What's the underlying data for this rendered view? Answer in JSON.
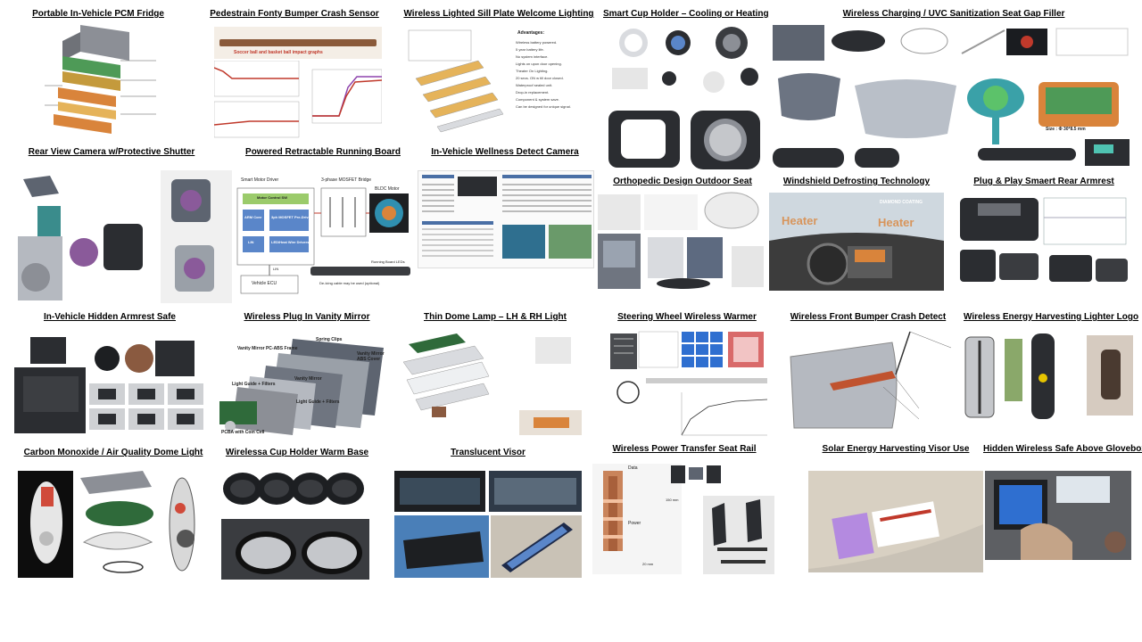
{
  "tiles": [
    {
      "title": "Portable In-Vehicle PCM Fridge"
    },
    {
      "title": "Pedestrain Fonty Bumper Crash Sensor",
      "chart_caption": "Soccer ball and basket ball impact graphs"
    },
    {
      "title": "Wireless Lighted Sill Plate Welcome Lighting",
      "advantages_title": "Advantages:",
      "advantages": [
        "Wireless battery powered.",
        "5 year battery life.",
        "No system interface.",
        "Lights on upon door opening.",
        "Theater On Lighting.",
        "20 secs. ON w till door closed.",
        "Waterproof sealed unit.",
        "Drop-in replacement.",
        "Component & system save.",
        "Can be designed for unique signal."
      ]
    },
    {
      "title": "Smart Cup Holder – Cooling or Heating"
    },
    {
      "title": "Wireless Charging / UVC Sanitization Seat Gap Filler",
      "size_label": "Size : Φ 30*8.5 mm"
    },
    {
      "title": "Rear View Camera w/Protective Shutter"
    },
    {
      "title": "Powered Retractable Running Board",
      "labels": {
        "driver": "Smart Motor Driver",
        "bridge": "3-phase MOSFET Bridge",
        "motor": "BLDC Motor",
        "ctrl": "Motor Control SW",
        "arm": "ARM Core",
        "predriver": "3ph MOSFET Pre-Driver",
        "lin": "LIN",
        "led": "LED/Heat Wire Drivers",
        "lin2": "LIN",
        "ecu": "Vehicle ECU",
        "leds": "Running Board LEDs",
        "cable": "De-Icing cable may be used (optional)"
      }
    },
    {
      "title": "In-Vehicle Wellness Detect Camera"
    },
    {
      "title": "Orthopedic Design Outdoor Seat"
    },
    {
      "title": "Windshield Defrosting Technology",
      "heater1": "Heater",
      "heater2": "Heater",
      "coating": "DIAMOND COATING"
    },
    {
      "title": "Plug & Play Smaert Rear Armrest"
    },
    {
      "title": "In-Vehicle Hidden Armrest Safe"
    },
    {
      "title": "Wireless Plug In Vanity Mirror",
      "labels": {
        "clips": "Spring Clips",
        "frame": "Vanity Mirror PC-ABS Frame",
        "cover": "Vanity Mirror ABS Cover",
        "mirror": "Vanity Mirror",
        "lg1": "Light Guide + Filters",
        "lg2": "Light Guide + Filters",
        "pcba": "PCBA with Coin Cell"
      }
    },
    {
      "title": "Thin Dome Lamp – LH & RH Light"
    },
    {
      "title": "Steering Wheel Wireless Warmer"
    },
    {
      "title": "Wireless Front Bumper Crash Detect"
    },
    {
      "title": "Wireless Energy Harvesting Lighter Logo"
    },
    {
      "title": "Carbon Monoxide / Air Quality Dome Light"
    },
    {
      "title": "Wirelessa Cup Holder Warm  Base"
    },
    {
      "title": "Translucent Visor"
    },
    {
      "title": "Wireless Power Transfer Seat Rail",
      "data_label": "Data",
      "power_label": "Power",
      "dim1": "150 mm",
      "dim2": "20 mm"
    },
    {
      "title": "Solar Energy Harvesting Visor Use"
    },
    {
      "title": "Hidden Wireless Safe Above Glovebox"
    }
  ],
  "colors": {
    "accent_orange": "#d9843b",
    "pcm_green": "#4e9a57",
    "screen_blue": "#5a86c9"
  }
}
